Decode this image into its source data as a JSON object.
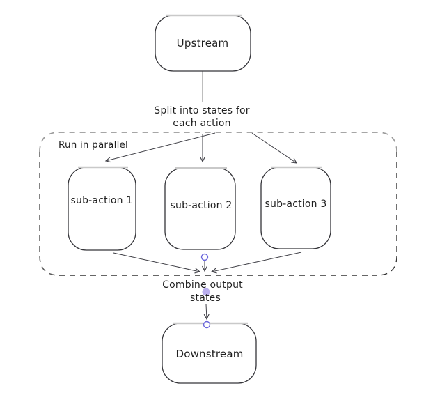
{
  "diagram": {
    "nodes": {
      "upstream": "Upstream",
      "sub_action_1": "sub-action 1",
      "sub_action_2": "sub-action 2",
      "sub_action_3": "sub-action 3",
      "downstream": "Downstream"
    },
    "labels": {
      "split_line1": "Split into states for",
      "split_line2": "each action",
      "group": "Run in parallel",
      "combine_line1": "Combine output",
      "combine_line2": "states"
    },
    "colors": {
      "node_stroke": "#343439",
      "node_top_highlight": "#c9c9c9",
      "arrow_stroke": "#3f3f46",
      "connector_gray": "#9b9b9b",
      "dash_top": "#9a9a9a",
      "dash_side": "#5a5a5a",
      "dash_dark": "#333333",
      "anchor_purple": "#6965db",
      "dot_lavender": "#b9aeee",
      "text": "#1f1f1f",
      "background": "#ffffff"
    }
  }
}
